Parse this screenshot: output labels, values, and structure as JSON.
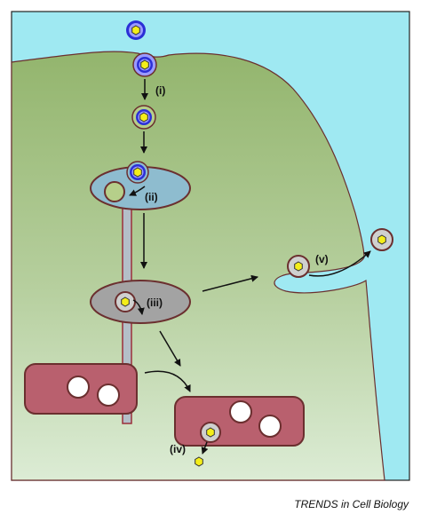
{
  "steps": {
    "i": "(i)",
    "ii": "(ii)",
    "iii": "(iii)",
    "iv": "(iv)",
    "v": "(v)"
  },
  "credit": "TRENDS in Cell Biology",
  "colors": {
    "extracellular": "#9fe9f2",
    "cytoplasm_top": "#93b56d",
    "cytoplasm_bottom": "#dbead3",
    "outline": "#6b2f2f",
    "early_endosome": "#8ebccf",
    "multivesicular_body": "#a3a3a3",
    "late_compartment": "#b9606e",
    "virus_coat": "#2b2fd6",
    "virus_ring": "#9b9bff",
    "virus_core": "#f4ee1a",
    "microtubule": "#b4bfc8"
  },
  "icons": [
    "virus-particle-icon",
    "intraluminal-vesicle-icon",
    "arrow-icon"
  ]
}
